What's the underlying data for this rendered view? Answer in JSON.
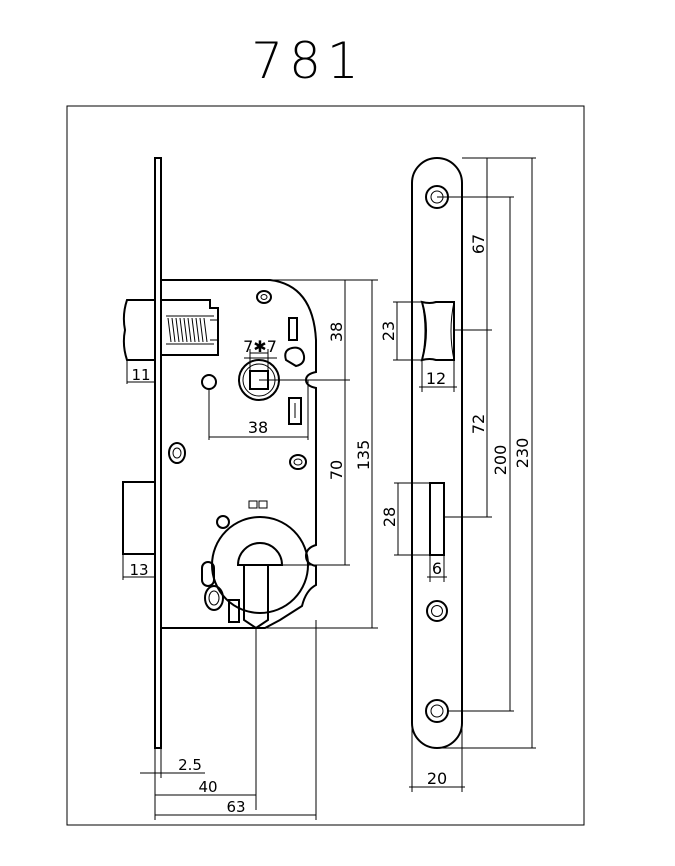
{
  "title": "781",
  "dimensions": {
    "latch_width": "11",
    "bolt_width": "13",
    "square_size": "7✱7",
    "backset_square": "38",
    "top_to_square": "38",
    "square_to_cylinder": "70",
    "case_height": "135",
    "faceplate_thickness": "2.5",
    "cylinder_backset": "40",
    "case_depth": "63",
    "latch_slot_height": "23",
    "latch_slot_width": "12",
    "bolt_slot_height": "28",
    "bolt_slot_width": "6",
    "screw_to_latch": "67",
    "latch_to_bolt": "72",
    "screw_spacing": "200",
    "faceplate_height": "230",
    "faceplate_width": "20"
  }
}
